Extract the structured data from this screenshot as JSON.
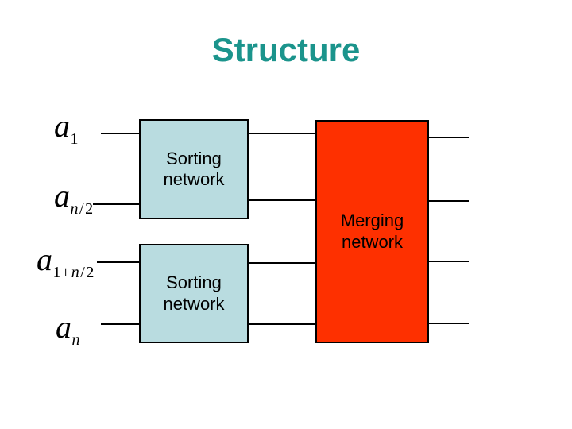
{
  "slide": {
    "title": "Structure"
  },
  "colors": {
    "title_text": "#1b948c",
    "sorting_box_fill": "#b9dce0",
    "merging_box_fill": "#fe3000",
    "box_border": "#000000",
    "wire": "#000000",
    "box_text": "#000000"
  },
  "inputs": [
    {
      "base": "a",
      "sub_segments": [
        {
          "text": "1",
          "italic": false
        }
      ]
    },
    {
      "base": "a",
      "sub_segments": [
        {
          "text": "n",
          "italic": true
        },
        {
          "text": "/",
          "italic": false
        },
        {
          "text": "2",
          "italic": false
        }
      ]
    },
    {
      "base": "a",
      "sub_segments": [
        {
          "text": "1+",
          "italic": false
        },
        {
          "text": "n",
          "italic": true
        },
        {
          "text": "/",
          "italic": false
        },
        {
          "text": "2",
          "italic": false
        }
      ]
    },
    {
      "base": "a",
      "sub_segments": [
        {
          "text": "n",
          "italic": true
        }
      ]
    }
  ],
  "boxes": {
    "sorting_top": {
      "label": "Sorting\nnetwork"
    },
    "sorting_bottom": {
      "label": "Sorting\nnetwork"
    },
    "merging": {
      "label": "Merging\nnetwork"
    }
  }
}
